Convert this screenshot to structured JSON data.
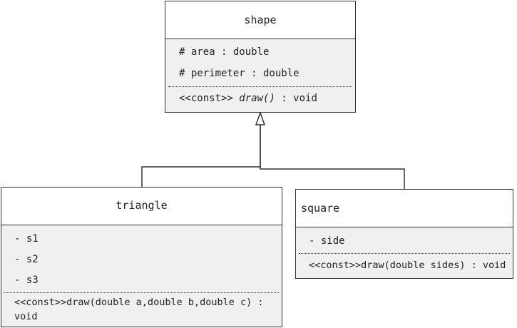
{
  "classes": {
    "shape": {
      "name": "shape",
      "attributes": [
        "# area : double",
        "# perimeter : double"
      ],
      "method": {
        "stereotype": "<<const>> ",
        "name": "draw()",
        "returns": " : void"
      }
    },
    "triangle": {
      "name": "triangle",
      "attributes": [
        "- s1",
        "- s2",
        "- s3"
      ],
      "method_line1": "<<const>>draw(double a,double b,double c) :",
      "method_line2": "void"
    },
    "square": {
      "name": "square",
      "attributes": [
        "- side"
      ],
      "method": "<<const>>draw(double sides) : void"
    }
  },
  "relationships": [
    {
      "type": "generalization",
      "from": "triangle",
      "to": "shape"
    },
    {
      "type": "generalization",
      "from": "square",
      "to": "shape"
    }
  ],
  "colors": {
    "line": "#333333",
    "compartment_fill": "#f0f0f0",
    "background": "#ffffff"
  }
}
